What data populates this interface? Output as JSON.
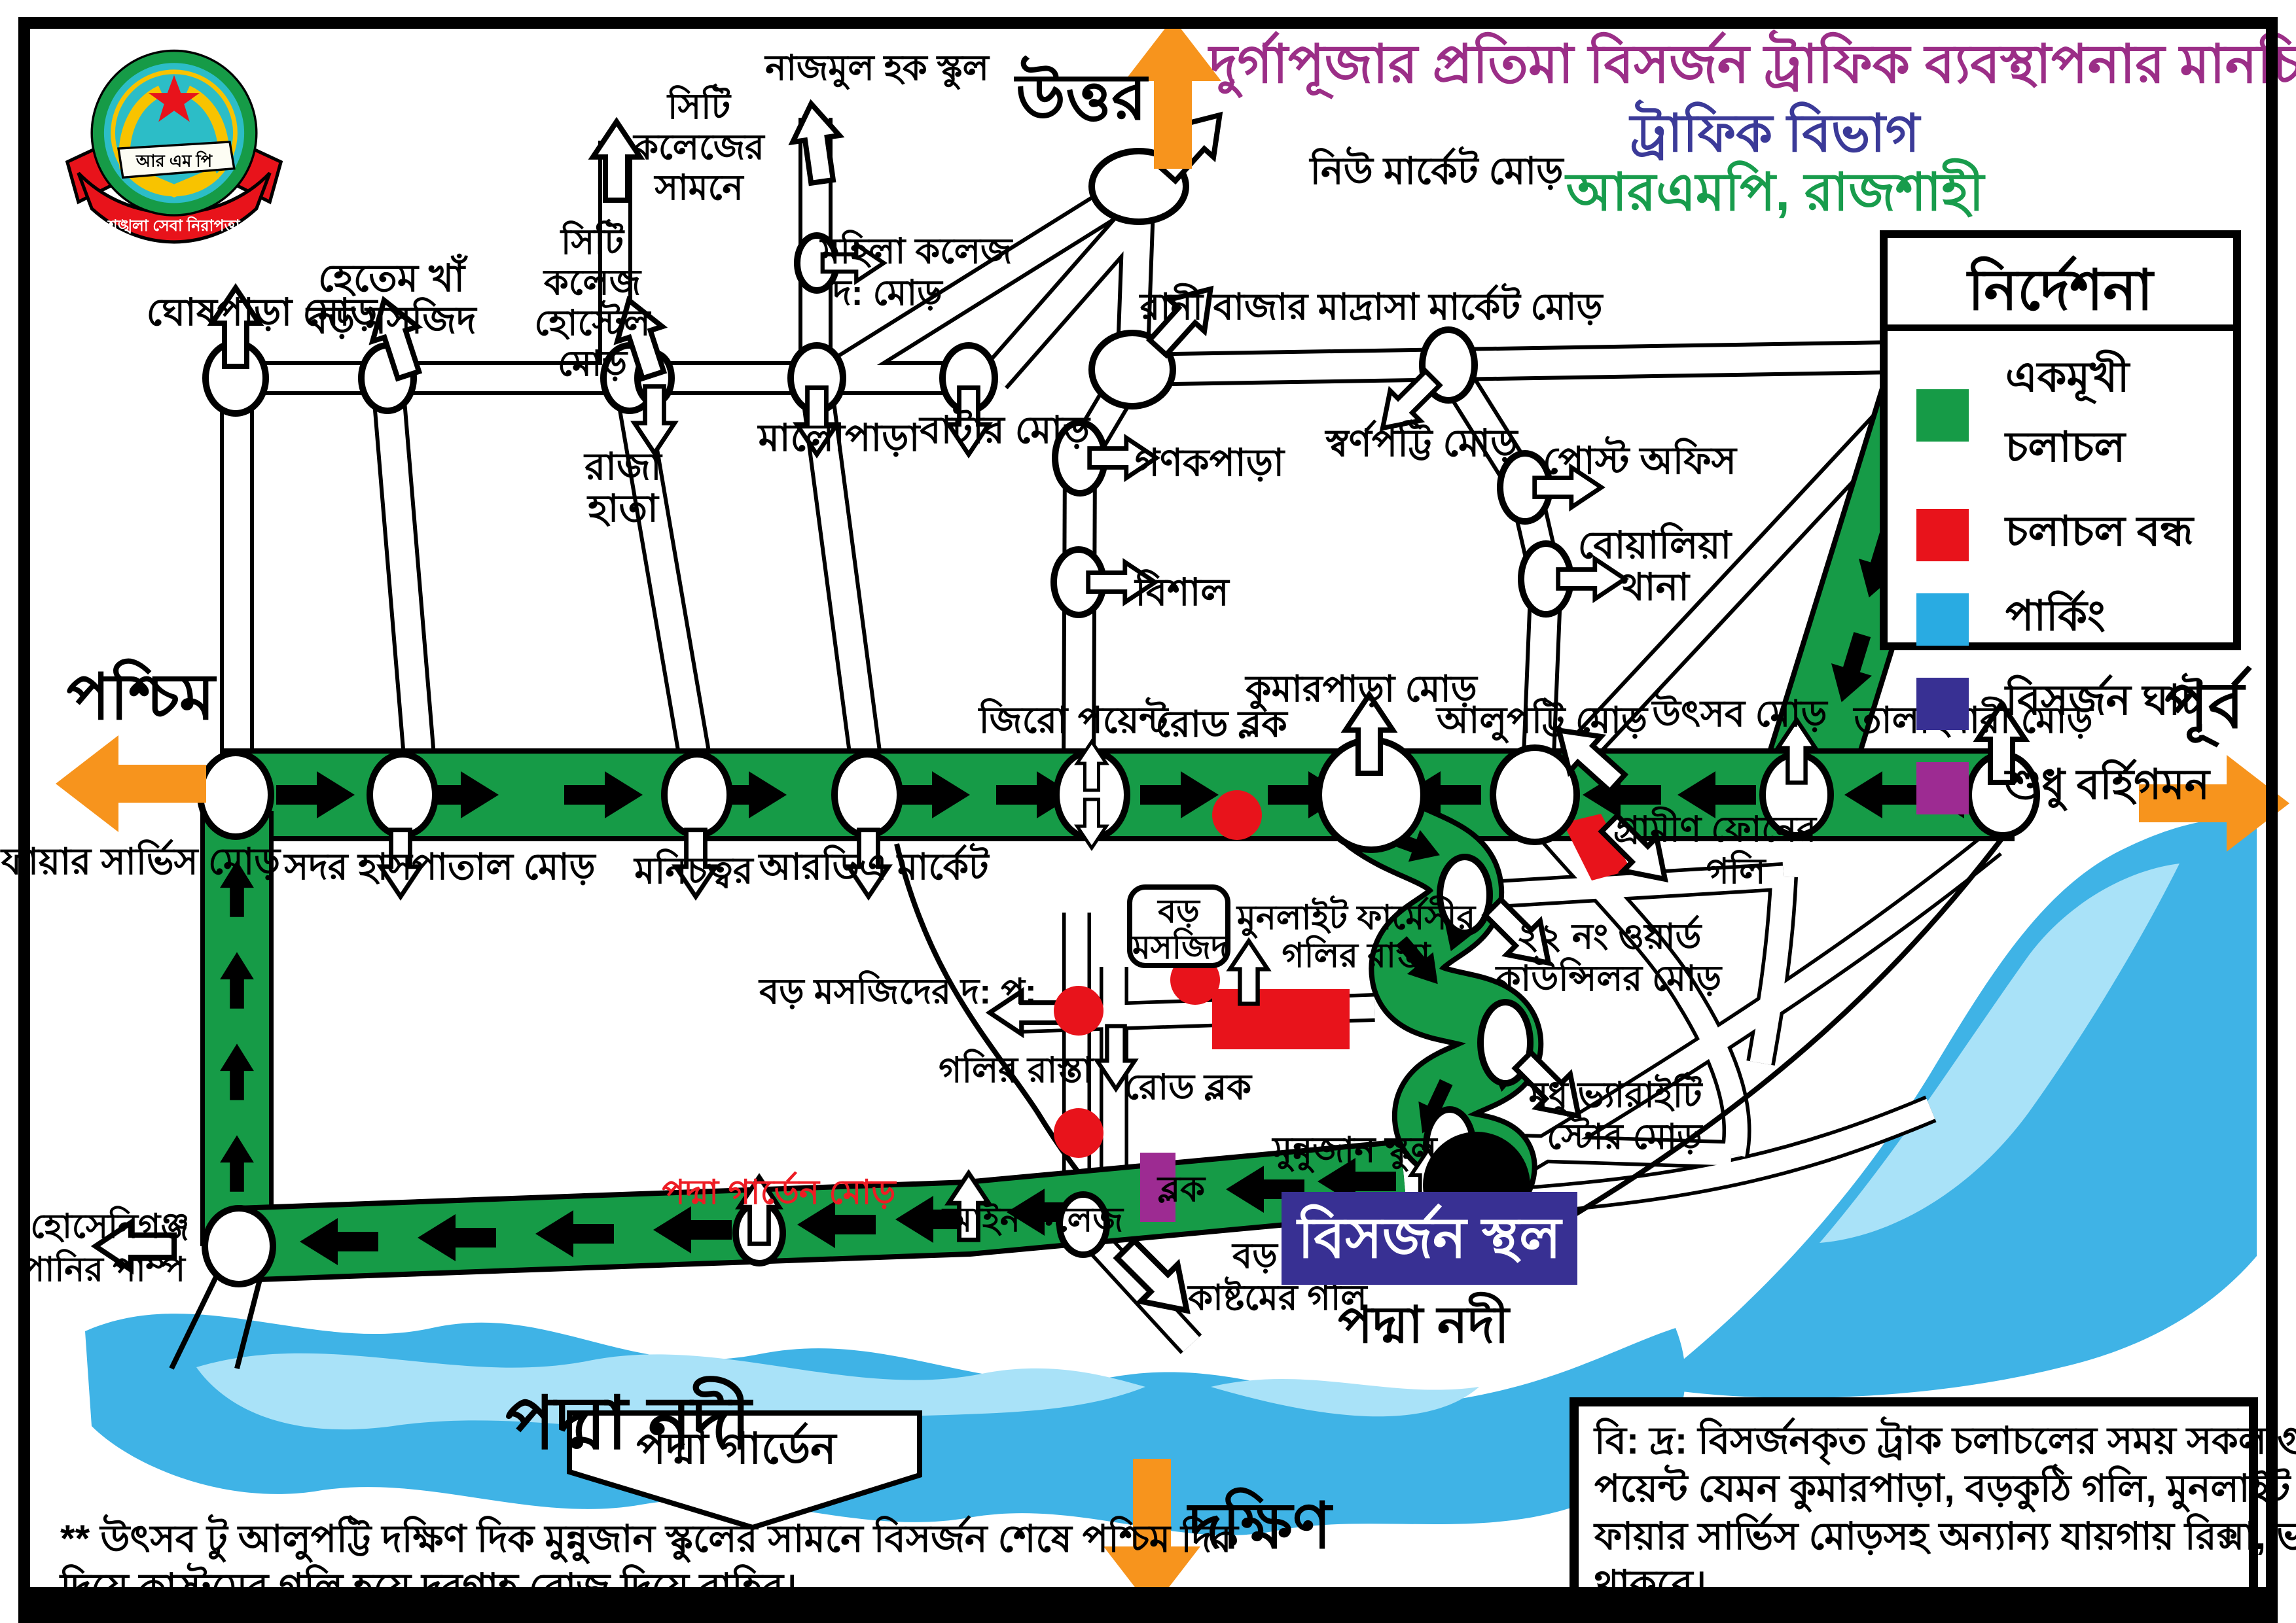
{
  "title": {
    "line1": "দুর্গাপূজার প্রতিমা বিসর্জন ট্রাফিক ব্যবস্থাপনার মানচিত্র",
    "line2": "ট্রাফিক বিভাগ",
    "line3": "আরএমপি, রাজশাহী"
  },
  "logo": {
    "center_text": "আর এম পি",
    "ribbon_text": "শৃঙ্খলা সেবা নিরাপত্তা"
  },
  "compass": {
    "north": "উত্তর",
    "south": "দক্ষিণ",
    "east": "পূর্ব",
    "west": "পশ্চিম"
  },
  "legend": {
    "title": "নির্দেশনা",
    "items": [
      {
        "label": "একমূখী চলাচল",
        "color": "#169B47"
      },
      {
        "label": "চলাচল বন্ধ",
        "color": "#E8131B"
      },
      {
        "label": "পার্কিং",
        "color": "#29ABE2"
      },
      {
        "label": "বিসর্জন ঘাট",
        "color": "#383093"
      },
      {
        "label": "শুধু বর্হিগমন",
        "color": "#9D2B92"
      }
    ]
  },
  "colors": {
    "oneway_green": "#169B47",
    "closed_red": "#E8131B",
    "parking_blue": "#29ABE2",
    "ghat_indigo": "#383093",
    "exit_purple": "#9D2B92",
    "compass_orange": "#F7941D",
    "river_blue": "#3FB3E6",
    "river_light": "#A9E2F8"
  },
  "labels": {
    "ghoshpara_mor": "ঘোষপাড়া মোড়",
    "hetem_l1": "হেতেম খাঁ",
    "hetem_l2": "বড় মসজিদ",
    "city_hostel_l1": "সিটি",
    "city_hostel_l2": "কলেজ",
    "city_hostel_l3": "হোস্টেল",
    "city_hostel_l4": "মোড়",
    "city_front_l1": "সিটি",
    "city_front_l2": "কলেজের",
    "city_front_l3": "সামনে",
    "nazmul": "নাজমুল হক স্কুল",
    "mohila_l1": "মহিলা কলেজ",
    "mohila_l2": "দ: মোড়",
    "raja_l1": "রাজা",
    "raja_l2": "হাতা",
    "malopara": "মালোপাড়া",
    "batar": "বাটার মোড়",
    "new_market": "নিউ মার্কেট মোড়",
    "rani_bazar": "রানী বাজার মাদ্রাসা মার্কেট মোড়",
    "gonokpara": "গণকপাড়া",
    "bishal": "বিশাল",
    "shornopotti": "স্বর্ণপট্টি মোড়",
    "post_office": "পোস্ট অফিস",
    "boalia_l1": "বোয়ালিয়া",
    "boalia_l2": "থানা",
    "fire_service": "ফায়ার সার্ভিস মোড়",
    "sadar": "সদর হাসপাতাল মোড়",
    "monichottor": "মনিচত্বর",
    "rda": "আরডিএ মার্কেট",
    "zero_point": "জিরো পয়েন্ট",
    "road_block_top": "রোড ব্লক",
    "kumarpara": "কুমারপাড়া মোড়",
    "alupotti": "আলুপট্টি মোড়",
    "utshob": "উৎসব মোড়",
    "talaimari": "তালাইমারী মোড়",
    "grameen_l1": "গ্রামীণ ফোনের",
    "grameen_l2": "গলি",
    "ward22_l1": "২২ নং ওয়ার্ড",
    "ward22_l2": "কাউন্সিলর মোড়",
    "modhu_l1": "মধু ভ্যারাইটি",
    "modhu_l2": "স্টোর মোড়",
    "monnujan": "মুন্নুজান স্কুল",
    "moonlight_l1": "মুনলাইট ফার্মেসীর",
    "moonlight_l2": "গলির রাস্তা",
    "mosjid_dp": "বড় মসজিদের দ: প:",
    "golir_rasta": "গলির রাস্তা",
    "road_block_mid": "রোড ব্লক",
    "blok": "ব্লক",
    "padma_garden_mor": "পদ্মা গার্ডেন মোড়",
    "ain_college": "আইন কলেজ",
    "boro_kuthi_l1": "বড় কুঠি",
    "boro_kuthi_l2": "কাষ্টমের গলি",
    "hoseniganj_l1": "হোসেনিগঞ্জ",
    "hoseniganj_l2": "পানির পাম্প",
    "boro_mosjid_l1": "বড়",
    "boro_mosjid_l2": "মসজিদ"
  },
  "boxes": {
    "padma_garden": "পদ্মা গার্ডেন",
    "bisorjon_sthol": "বিসর্জন স্থল"
  },
  "river": {
    "name_big": "পদ্মা নদী",
    "name_small": "পদ্মা নদী"
  },
  "notes": {
    "box_l1": "বি: দ্র: বিসর্জনকৃত ট্রাক চলাচলের সময় সকল গুরুত্বপূর্ণ",
    "box_l2": "পয়েন্ট যেমন কুমারপাড়া, বড়কুঠি গলি, মুনলাইট গলি,",
    "box_l3": "ফায়ার সার্ভিস মোড়সহ অন্যান্য যায়গায় রিক্সা, ভ্যান বন্ধ",
    "box_l4": "থাকবে।",
    "footnote_l1": "** উৎসব টু আলুপট্টি দক্ষিণ দিক মুন্নুজান স্কুলের সামনে বিসর্জন শেষে পশ্চিম দিক",
    "footnote_l2": "দিয়ে কাস্টমের গলি হয়ে দরগাহ রোজ দিয়ে বাহির।"
  }
}
